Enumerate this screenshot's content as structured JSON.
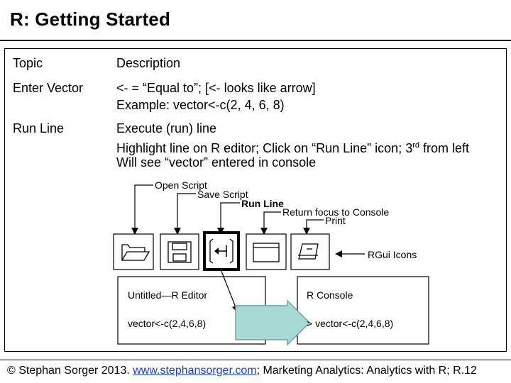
{
  "title": "R: Getting Started",
  "table": {
    "headers": [
      "Topic",
      "Description"
    ],
    "rows": [
      {
        "topic": "Enter Vector",
        "lines": [
          "<-   = “Equal to”; [<- looks like arrow]",
          "Example: vector<-c(2, 4, 6, 8)"
        ]
      },
      {
        "topic": "Run Line",
        "lines": [
          "Execute (run) line",
          {
            "before": "Highlight line on R editor; Click on “Run Line” icon; 3",
            "sup": "rd",
            "after": " from left"
          },
          "Will see “vector” entered in console"
        ]
      }
    ]
  },
  "diagram": {
    "labels": {
      "open_script": "Open Script",
      "save_script": "Save Script",
      "run_line": "Run Line",
      "return_focus": "Return focus to Console",
      "print": "Print",
      "rgui_icons": "RGui Icons"
    },
    "icons": [
      "open-folder-icon",
      "save-disk-icon",
      "run-line-icon",
      "return-focus-icon",
      "print-icon"
    ],
    "editor": {
      "title": "Untitled—R Editor",
      "code": "vector<-c(2,4,6,8)"
    },
    "console": {
      "title": "R Console",
      "code": "> vector<-c(2,4,6,8)"
    },
    "colors": {
      "arrow_fill": "#a9d9d4",
      "arrow_stroke": "#6ba3a0"
    }
  },
  "footer": {
    "prefix": "© Stephan Sorger 2013. ",
    "link": "www.stephansorger.com",
    "suffix": "; Marketing Analytics: Analytics with R;  R.12"
  }
}
